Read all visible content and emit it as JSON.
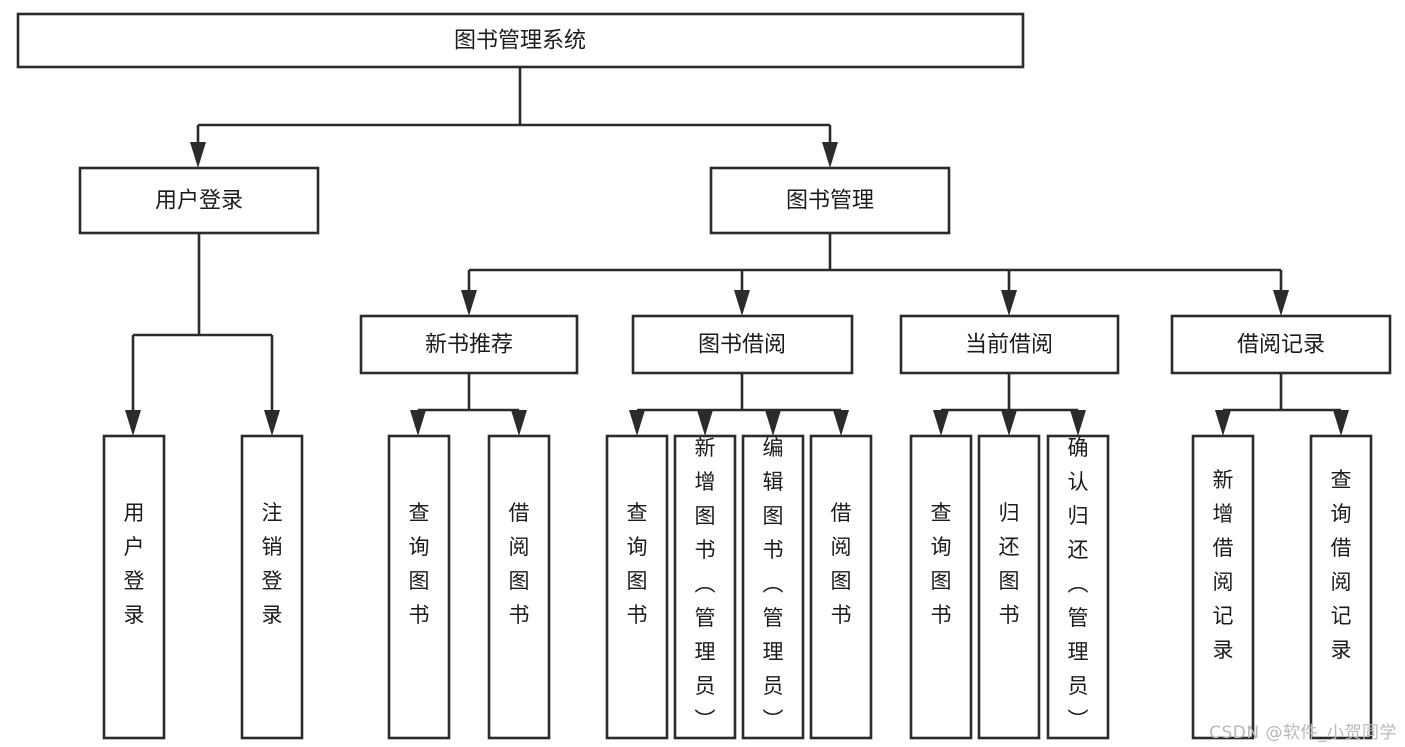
{
  "diagram": {
    "title": "图书管理系统",
    "type": "hierarchy-tree",
    "colors": {
      "box_fill": "#ffffff",
      "box_stroke": "#2b2b2b",
      "text": "#1b1b1b",
      "background": "#ffffff",
      "watermark": "#b9b9b9"
    },
    "root": {
      "label": "图书管理系统",
      "orientation": "horizontal"
    },
    "level2": [
      {
        "label": "用户登录",
        "orientation": "horizontal"
      },
      {
        "label": "图书管理",
        "orientation": "horizontal"
      }
    ],
    "level3": [
      {
        "label": "新书推荐",
        "orientation": "horizontal"
      },
      {
        "label": "图书借阅",
        "orientation": "horizontal"
      },
      {
        "label": "当前借阅",
        "orientation": "horizontal"
      },
      {
        "label": "借阅记录",
        "orientation": "horizontal"
      }
    ],
    "leaves": {
      "user_login": [
        {
          "label": "用户登录",
          "orientation": "vertical"
        },
        {
          "label": "注销登录",
          "orientation": "vertical"
        }
      ],
      "new_book_recommend": [
        {
          "label": "查询图书",
          "orientation": "vertical"
        },
        {
          "label": "借阅图书",
          "orientation": "vertical"
        }
      ],
      "book_borrow": [
        {
          "label": "查询图书",
          "orientation": "vertical"
        },
        {
          "label": "新增图书（管理员）",
          "orientation": "vertical"
        },
        {
          "label": "编辑图书（管理员）",
          "orientation": "vertical"
        },
        {
          "label": "借阅图书",
          "orientation": "vertical"
        }
      ],
      "current_borrow": [
        {
          "label": "查询图书",
          "orientation": "vertical"
        },
        {
          "label": "归还图书",
          "orientation": "vertical"
        },
        {
          "label": "确认归还（管理员）",
          "orientation": "vertical"
        }
      ],
      "borrow_record": [
        {
          "label": "新增借阅记录",
          "orientation": "vertical"
        },
        {
          "label": "查询借阅记录",
          "orientation": "vertical"
        }
      ]
    }
  },
  "watermark": {
    "text": "CSDN @软件_小贺同学"
  }
}
